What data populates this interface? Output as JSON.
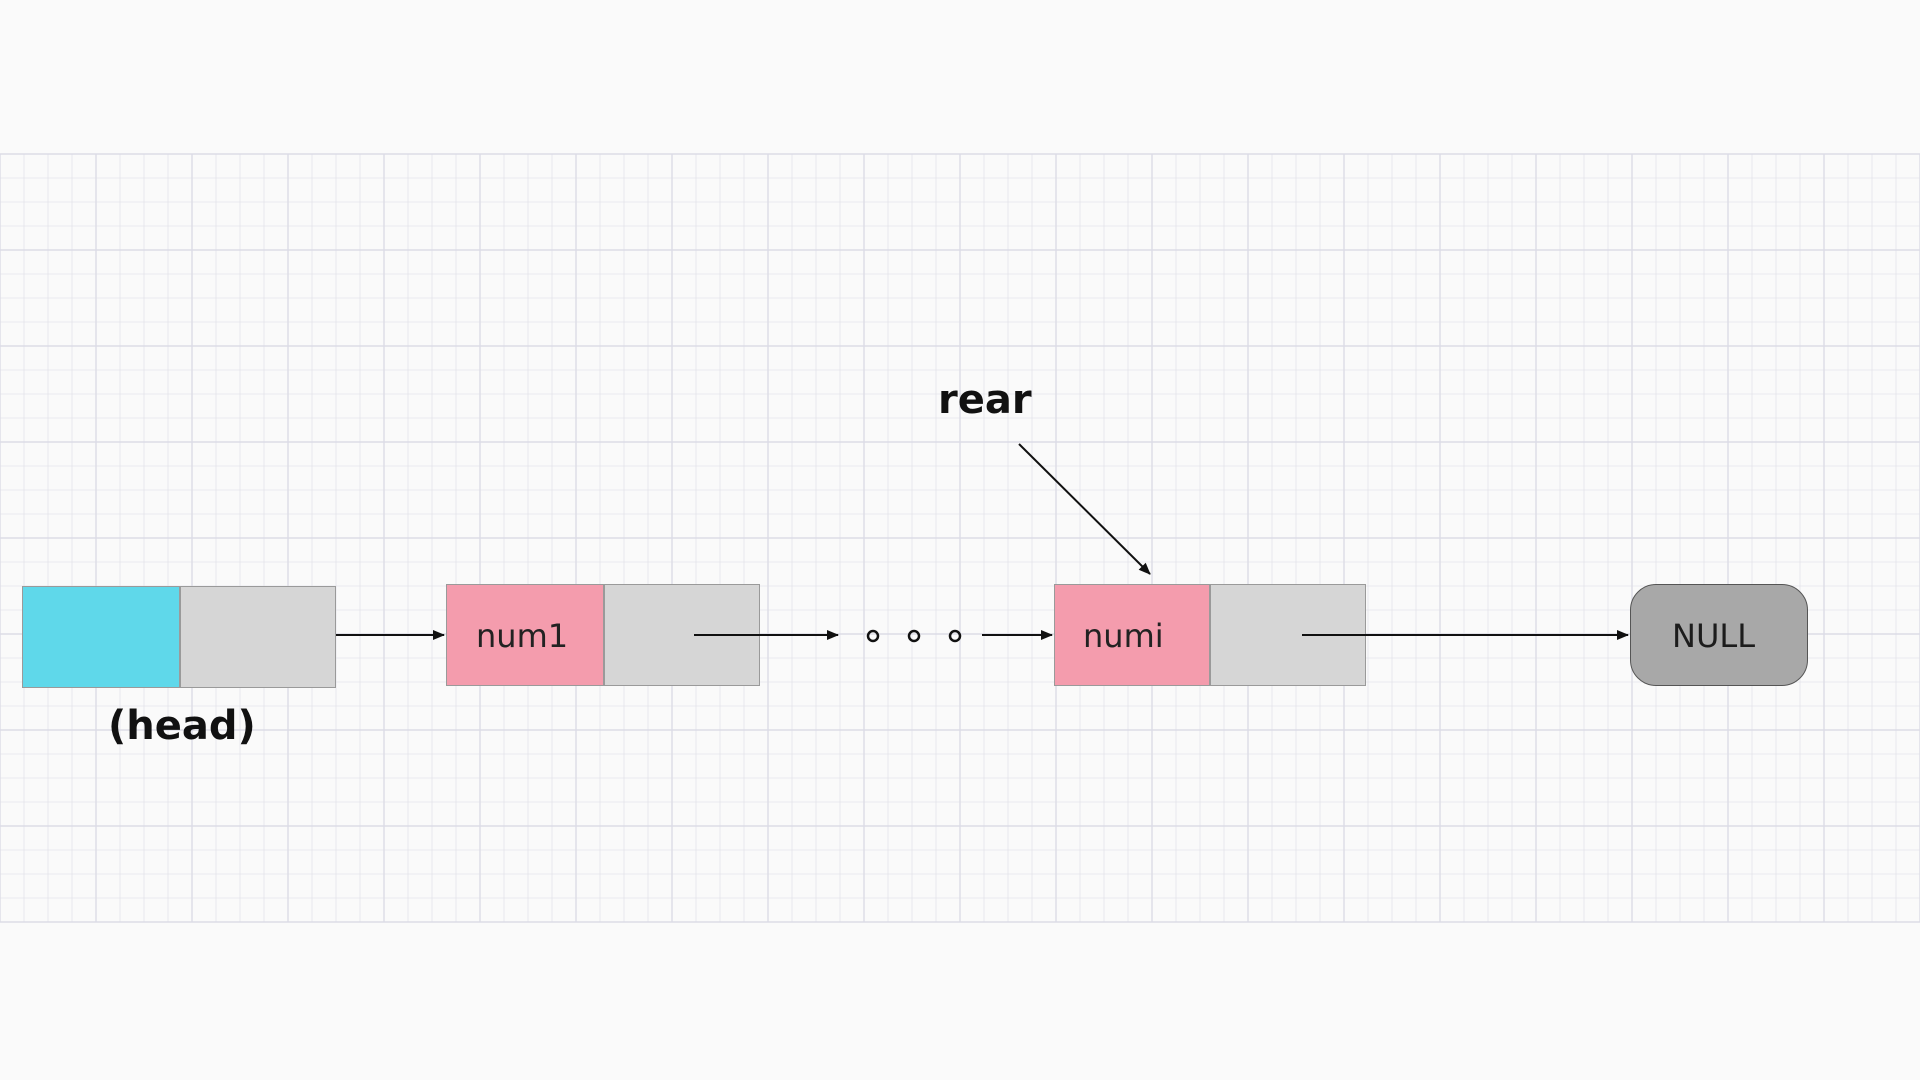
{
  "diagram": {
    "nodes": [
      {
        "id": "head-node",
        "data_label": "",
        "data_color": "#5fd8ea",
        "next_color": "#d6d6d6",
        "caption": "(head)"
      },
      {
        "id": "node-1",
        "data_label": "num1",
        "data_color": "#f49cad",
        "next_color": "#d6d6d6"
      },
      {
        "id": "node-i",
        "data_label": "numi",
        "data_color": "#f49cad",
        "next_color": "#d6d6d6"
      }
    ],
    "ellipsis": "。。。",
    "null_box": {
      "label": "NULL",
      "color": "#a8a8a8"
    },
    "pointer_label": "rear",
    "grid_color": "#dcdce6"
  }
}
